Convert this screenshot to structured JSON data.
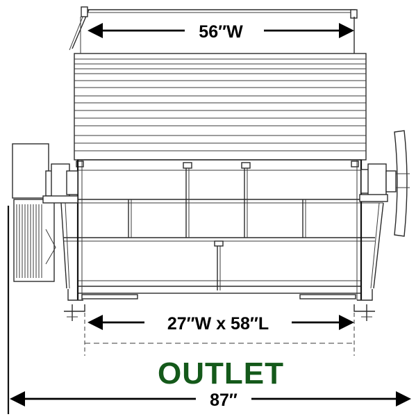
{
  "dimensions": {
    "top_width": "56″W",
    "outlet_size": "27″W x 58″L",
    "overall_width": "87″"
  },
  "outlet_label": "OUTLET",
  "colors": {
    "outlet": "#14591a",
    "linework": "#2a2a2a",
    "background": "#ffffff"
  }
}
